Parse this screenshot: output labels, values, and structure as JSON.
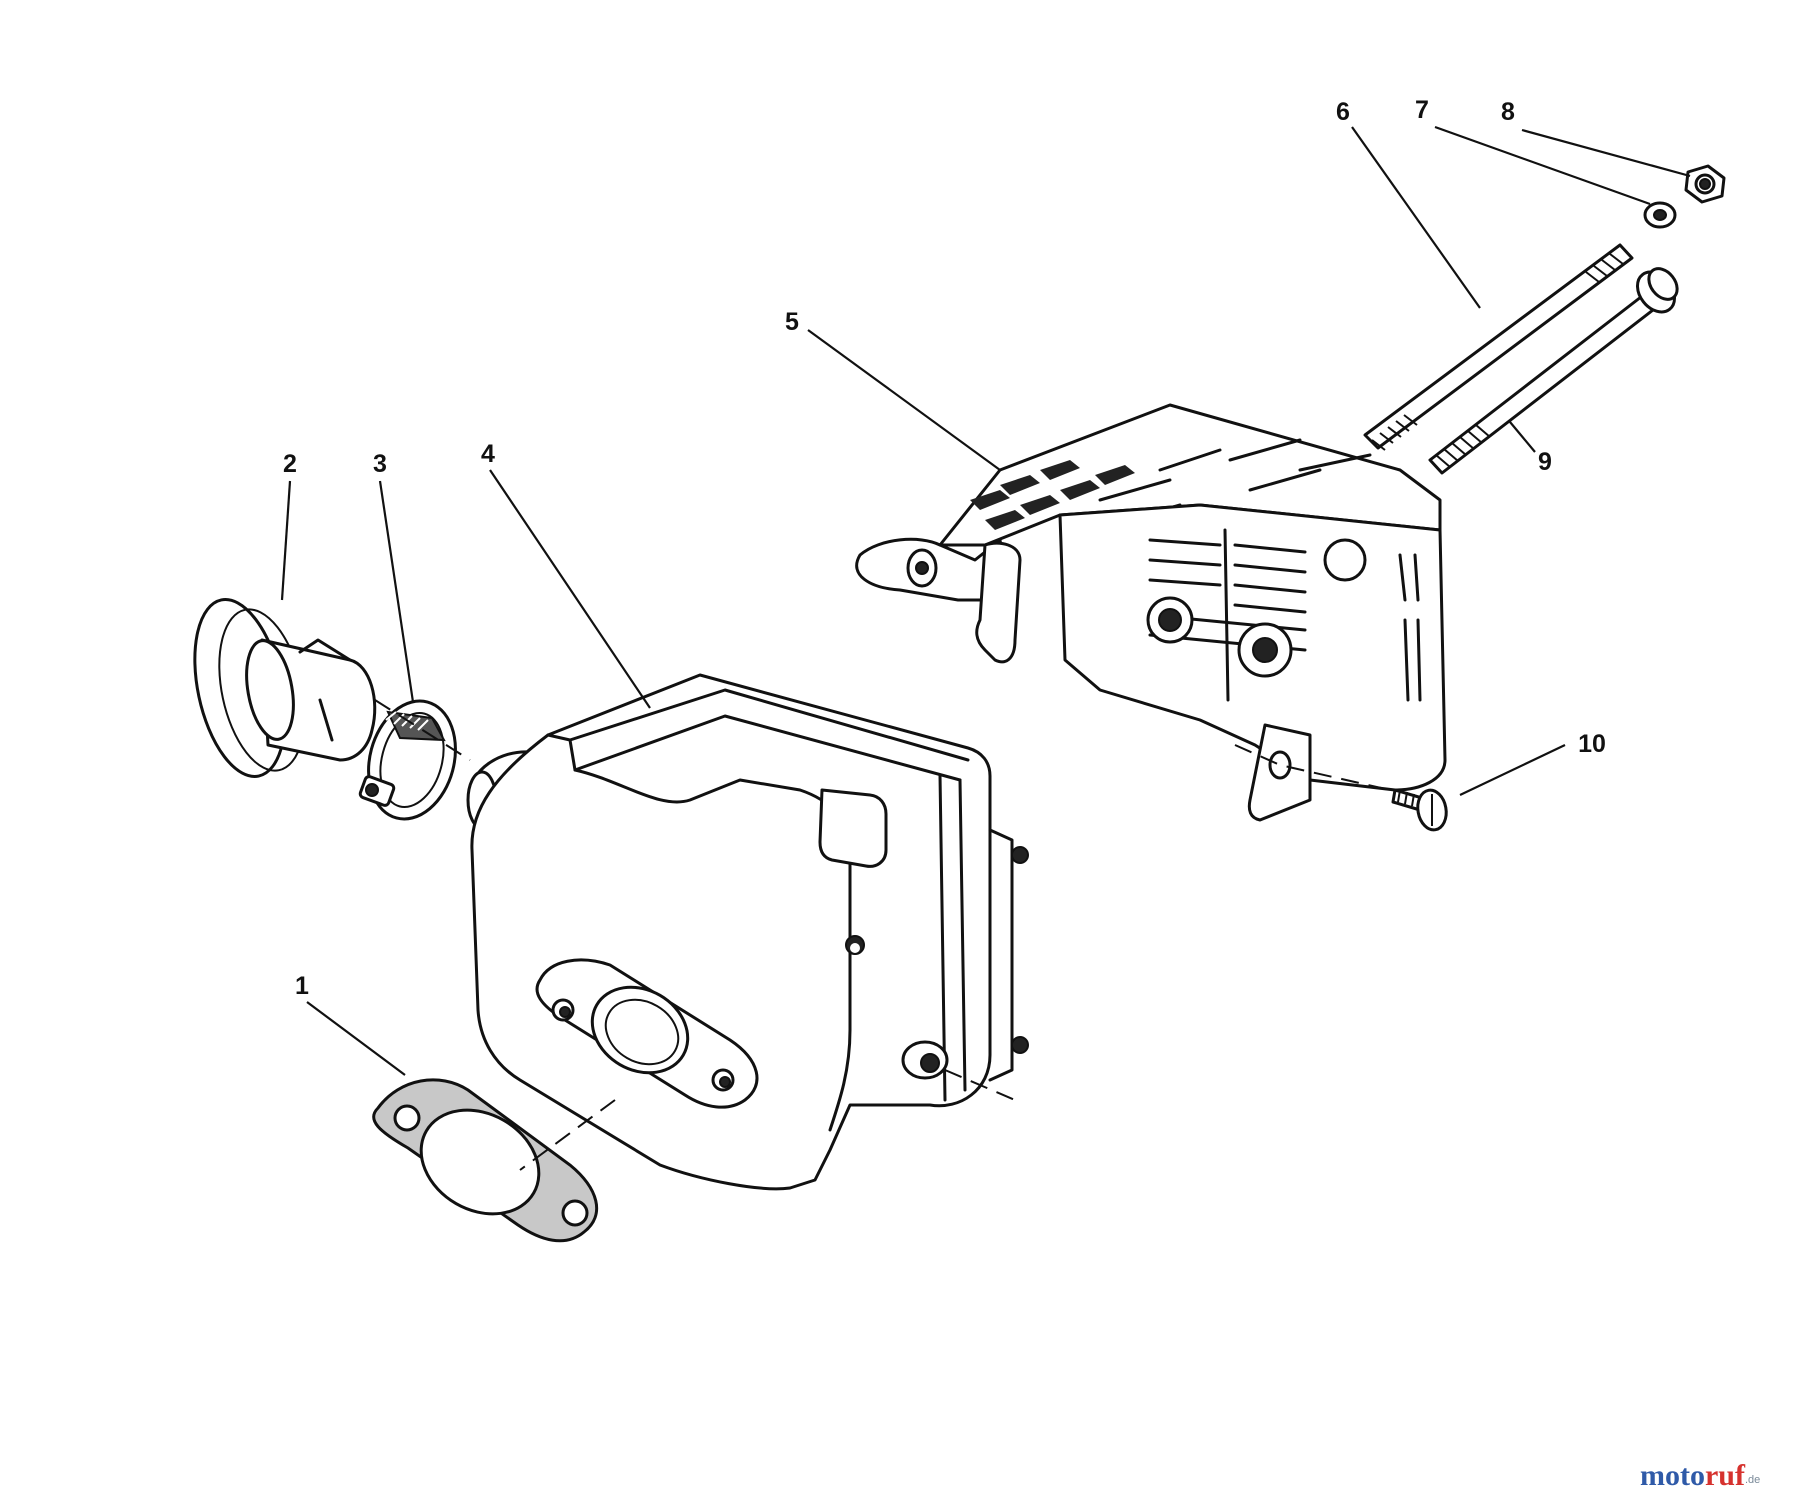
{
  "diagram": {
    "callouts": [
      {
        "id": "1",
        "text": "1"
      },
      {
        "id": "2",
        "text": "2"
      },
      {
        "id": "3",
        "text": "3"
      },
      {
        "id": "4",
        "text": "4"
      },
      {
        "id": "5",
        "text": "5"
      },
      {
        "id": "6",
        "text": "6"
      },
      {
        "id": "7",
        "text": "7"
      },
      {
        "id": "8",
        "text": "8"
      },
      {
        "id": "9",
        "text": "9"
      },
      {
        "id": "10",
        "text": "10"
      }
    ]
  },
  "watermark": {
    "part1": "moto",
    "part2": "ruf",
    "suffix": ".de",
    "colors": {
      "moto": "#2f5aa8",
      "ruf": "#d6322e"
    }
  }
}
